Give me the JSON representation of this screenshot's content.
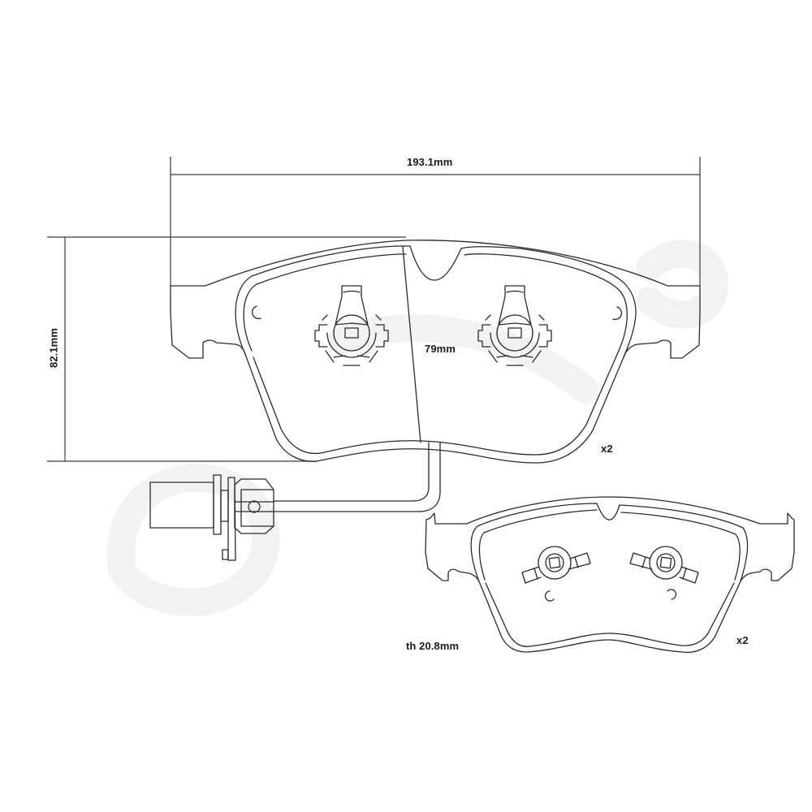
{
  "diagram": {
    "subject": "brake pad set with wear sensor",
    "colors": {
      "line": "#2a2a2a",
      "background": "#ffffff",
      "watermark": "#f2f2f2",
      "text": "#1a1a1a"
    },
    "dimensions": {
      "width": "193.1mm",
      "height": "82.1mm",
      "inner_height": "79mm",
      "thickness": "th 20.8mm"
    },
    "quantities": {
      "outer_pad": "x2",
      "inner_pad": "x2"
    },
    "parts": [
      {
        "name": "outer brake pad",
        "features": [
          "two clip mounts",
          "two small location marks",
          "center notch",
          "wear groove"
        ]
      },
      {
        "name": "wear sensor cable and connector"
      },
      {
        "name": "inner brake pad",
        "features": [
          "two clip mounts",
          "two small location marks",
          "center notch"
        ]
      }
    ]
  }
}
